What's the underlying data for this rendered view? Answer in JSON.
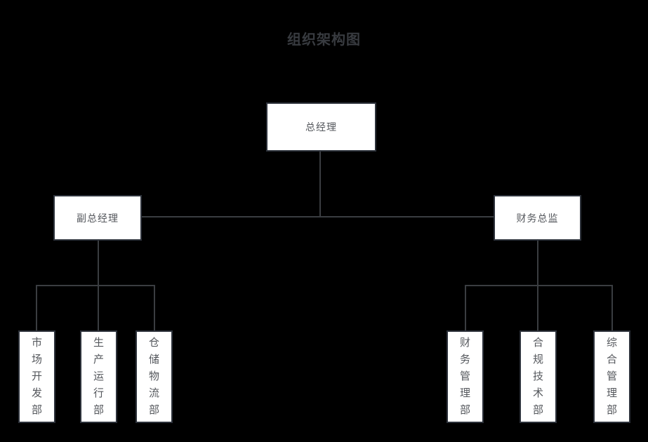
{
  "title": "组织架构图",
  "colors": {
    "background": "#000000",
    "node_fill": "#ffffff",
    "node_border": "#2d323b",
    "connector": "#3a3d41",
    "node_text": "#54575c",
    "title_text": "#383b40"
  },
  "nodes": {
    "root": {
      "label": "总经理"
    },
    "left_manager": {
      "label": "副总经理"
    },
    "right_manager": {
      "label": "财务总监"
    },
    "left_departments": [
      {
        "label": "市场开发部"
      },
      {
        "label": "生产运行部"
      },
      {
        "label": "仓储物流部"
      }
    ],
    "right_departments": [
      {
        "label": "财务管理部"
      },
      {
        "label": "合规技术部"
      },
      {
        "label": "综合管理部"
      }
    ]
  }
}
